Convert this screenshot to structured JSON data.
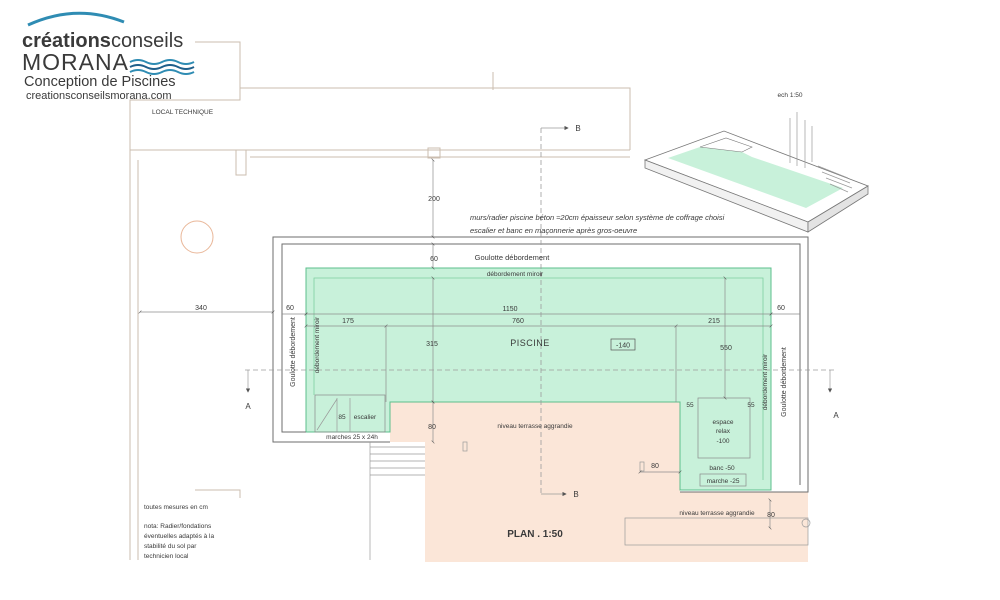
{
  "logo": {
    "brand_bold": "créations",
    "brand_regular": "conseils",
    "name": "MORANA",
    "tagline": "Conception de Piscines",
    "website": "creationsconseilsmorana.com"
  },
  "colors": {
    "pool_fill": "#c8f1da",
    "pool_stroke": "#5cbf8c",
    "terrace_fill": "#fbe6d8",
    "logo_accent": "#2f8cb3",
    "logo_wave_dark": "#1f5f8a"
  },
  "site": {
    "local_label": "LOCAL TECHNIQUE"
  },
  "notes": {
    "construction": [
      "murs/radier piscine béton ≈20cm épaisseur selon système de coffrage choisi",
      "escalier et banc en maçonnerie après gros-oeuvre"
    ],
    "units": "toutes mesures en cm",
    "nota": [
      "nota: Radier/fondations",
      "éventuelles adaptés à la",
      "stabilité du sol par",
      "technicien local"
    ]
  },
  "perspective": {
    "scale": "ech 1:50"
  },
  "plan": {
    "title": "PLAN . 1:50",
    "pool_label": "PISCINE",
    "pool_depth": "-140",
    "gutter_label": "Goulotte débordement",
    "mirror_label": "débordement miroir",
    "terrace_label": "niveau terrasse aggrandie",
    "section_a": "A",
    "section_b": "B",
    "stairs": {
      "width": "85",
      "label": "escalier",
      "steps": "marches 25 x 24h"
    },
    "relax": {
      "label_1": "espace",
      "label_2": "relax",
      "depth": "-100",
      "bench": "banc -50",
      "step": "marche -25",
      "side_left": "55",
      "side_right": "55"
    },
    "dimensions": {
      "setback_top": "200",
      "gutter_top": "60",
      "setback_left": "340",
      "gutter_left": "60",
      "gutter_right": "60",
      "length": "1150",
      "stairs_zone": "175",
      "middle_zone": "760",
      "relax_zone": "215",
      "width_main": "315",
      "width_total": "550",
      "terrace_step": "80",
      "relax_offset": "80",
      "terrace_right": "80"
    }
  }
}
